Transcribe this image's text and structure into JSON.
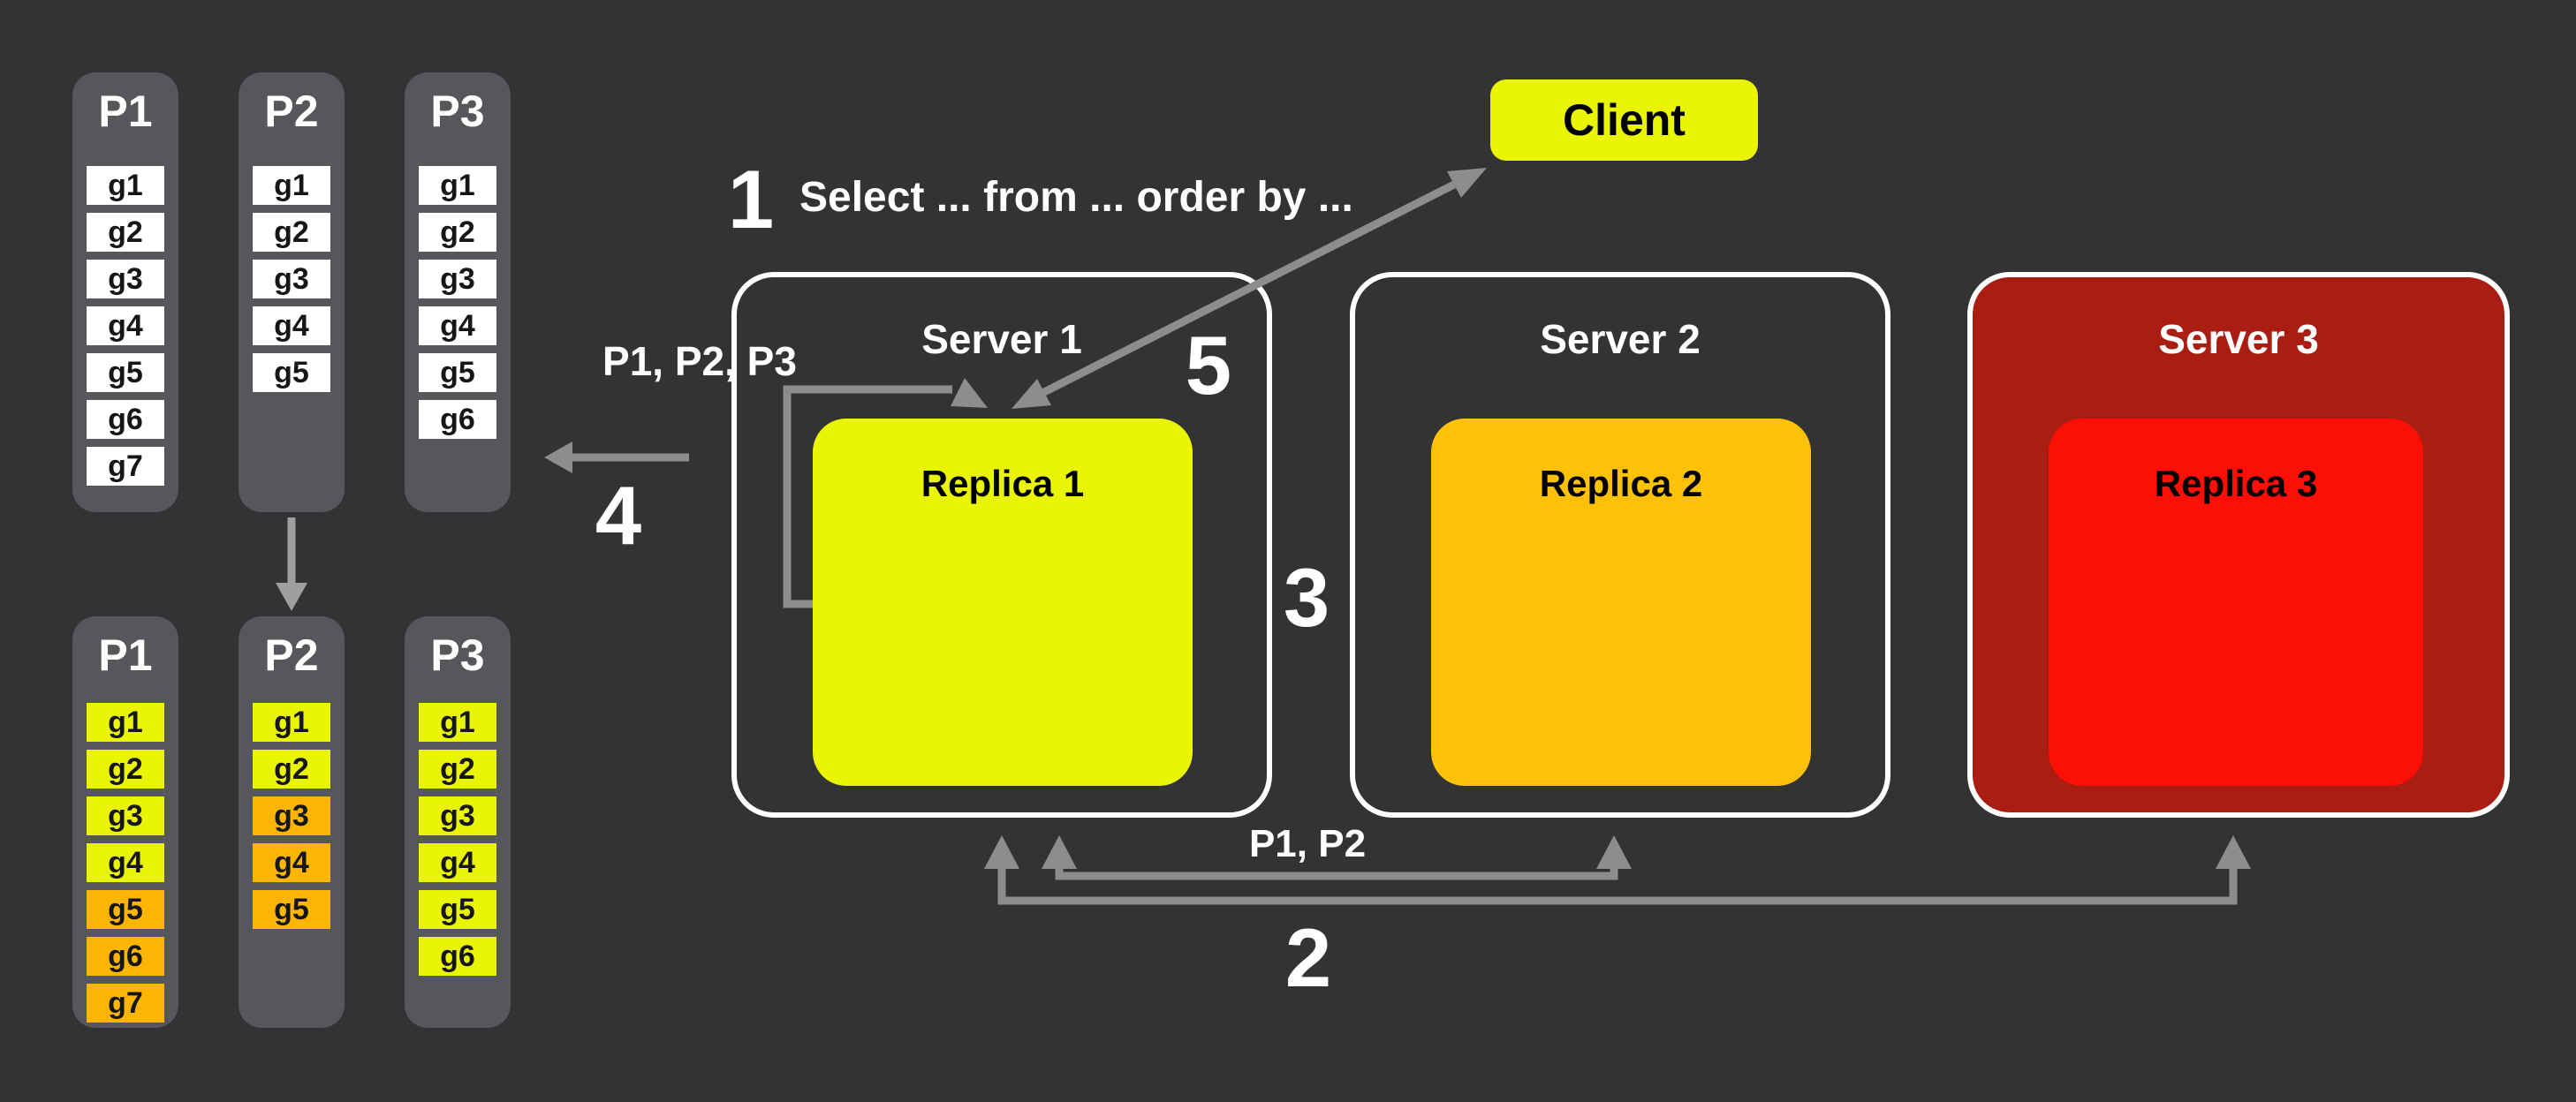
{
  "colors": {
    "background": "#333234",
    "pillar": "#56575a",
    "white": "#ffffff",
    "yellow": "#eaf506",
    "orange": "#fcb502",
    "orange_replica": "#fdc107",
    "red": "#fb0f06",
    "server3_fill": "#a91d12",
    "arrow_gray": "#8c8d8f",
    "arrow_light": "#9e9fa1",
    "text_dark": "#161616"
  },
  "client": {
    "label": "Client"
  },
  "servers": [
    {
      "title": "Server 1",
      "replica": "Replica 1"
    },
    {
      "title": "Server 2",
      "replica": "Replica 2"
    },
    {
      "title": "Server 3",
      "replica": "Replica 3"
    }
  ],
  "annotations": {
    "step1_number": "1",
    "step1_text": "Select ... from ... order by ...",
    "step2_number": "2",
    "step3_number": "3",
    "step4_number": "4",
    "step5_number": "5",
    "fanout_label": "P1, P2, P3",
    "replicate_label": "P1, P2"
  },
  "partitions": {
    "top": [
      {
        "label": "P1",
        "cells": [
          {
            "label": "g1",
            "color": "white"
          },
          {
            "label": "g2",
            "color": "white"
          },
          {
            "label": "g3",
            "color": "white"
          },
          {
            "label": "g4",
            "color": "white"
          },
          {
            "label": "g5",
            "color": "white"
          },
          {
            "label": "g6",
            "color": "white"
          },
          {
            "label": "g7",
            "color": "white"
          }
        ]
      },
      {
        "label": "P2",
        "cells": [
          {
            "label": "g1",
            "color": "white"
          },
          {
            "label": "g2",
            "color": "white"
          },
          {
            "label": "g3",
            "color": "white"
          },
          {
            "label": "g4",
            "color": "white"
          },
          {
            "label": "g5",
            "color": "white"
          }
        ]
      },
      {
        "label": "P3",
        "cells": [
          {
            "label": "g1",
            "color": "white"
          },
          {
            "label": "g2",
            "color": "white"
          },
          {
            "label": "g3",
            "color": "white"
          },
          {
            "label": "g4",
            "color": "white"
          },
          {
            "label": "g5",
            "color": "white"
          },
          {
            "label": "g6",
            "color": "white"
          }
        ]
      }
    ],
    "bottom": [
      {
        "label": "P1",
        "cells": [
          {
            "label": "g1",
            "color": "yellow"
          },
          {
            "label": "g2",
            "color": "yellow"
          },
          {
            "label": "g3",
            "color": "yellow"
          },
          {
            "label": "g4",
            "color": "yellow"
          },
          {
            "label": "g5",
            "color": "orange"
          },
          {
            "label": "g6",
            "color": "orange"
          },
          {
            "label": "g7",
            "color": "orange"
          }
        ]
      },
      {
        "label": "P2",
        "cells": [
          {
            "label": "g1",
            "color": "yellow"
          },
          {
            "label": "g2",
            "color": "yellow"
          },
          {
            "label": "g3",
            "color": "orange"
          },
          {
            "label": "g4",
            "color": "orange"
          },
          {
            "label": "g5",
            "color": "orange"
          }
        ]
      },
      {
        "label": "P3",
        "cells": [
          {
            "label": "g1",
            "color": "yellow"
          },
          {
            "label": "g2",
            "color": "yellow"
          },
          {
            "label": "g3",
            "color": "yellow"
          },
          {
            "label": "g4",
            "color": "yellow"
          },
          {
            "label": "g5",
            "color": "yellow"
          },
          {
            "label": "g6",
            "color": "yellow"
          }
        ]
      }
    ]
  }
}
